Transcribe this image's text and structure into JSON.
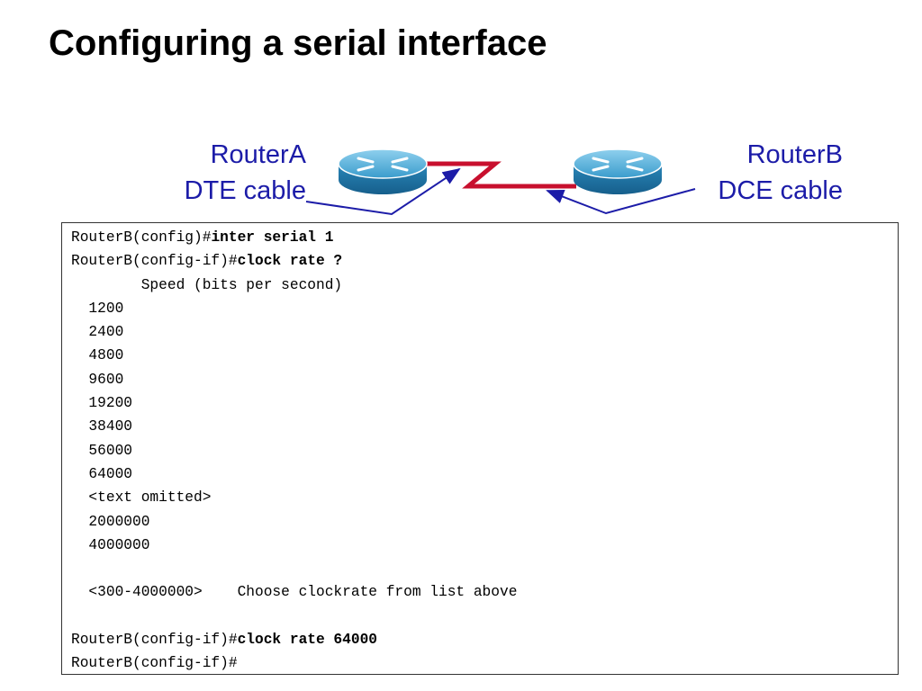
{
  "slide": {
    "title": "Configuring a serial interface"
  },
  "diagram": {
    "router_a": {
      "name": "RouterA",
      "cable": "DTE cable"
    },
    "router_b": {
      "name": "RouterB",
      "cable": "DCE cable"
    },
    "colors": {
      "label": "#1c1ca8",
      "serial_link": "#c8102e",
      "router_body": "#2f8fbf"
    }
  },
  "terminal": {
    "lines": [
      {
        "prompt": "RouterB(config)#",
        "cmd": "inter serial 1"
      },
      {
        "prompt": "RouterB(config-if)#",
        "cmd": "clock rate ?"
      },
      {
        "prompt": "        Speed (bits per second)",
        "cmd": ""
      },
      {
        "prompt": "  1200",
        "cmd": ""
      },
      {
        "prompt": "  2400",
        "cmd": ""
      },
      {
        "prompt": "  4800",
        "cmd": ""
      },
      {
        "prompt": "  9600",
        "cmd": ""
      },
      {
        "prompt": "  19200",
        "cmd": ""
      },
      {
        "prompt": "  38400",
        "cmd": ""
      },
      {
        "prompt": "  56000",
        "cmd": ""
      },
      {
        "prompt": "  64000",
        "cmd": ""
      },
      {
        "prompt": "  <text omitted>",
        "cmd": ""
      },
      {
        "prompt": "  2000000",
        "cmd": ""
      },
      {
        "prompt": "  4000000",
        "cmd": ""
      },
      {
        "prompt": "",
        "cmd": ""
      },
      {
        "prompt": "  <300-4000000>    Choose clockrate from list above",
        "cmd": ""
      },
      {
        "prompt": "",
        "cmd": ""
      },
      {
        "prompt": "RouterB(config-if)#",
        "cmd": "clock rate 64000"
      },
      {
        "prompt": "RouterB(config-if)#",
        "cmd": ""
      }
    ]
  }
}
